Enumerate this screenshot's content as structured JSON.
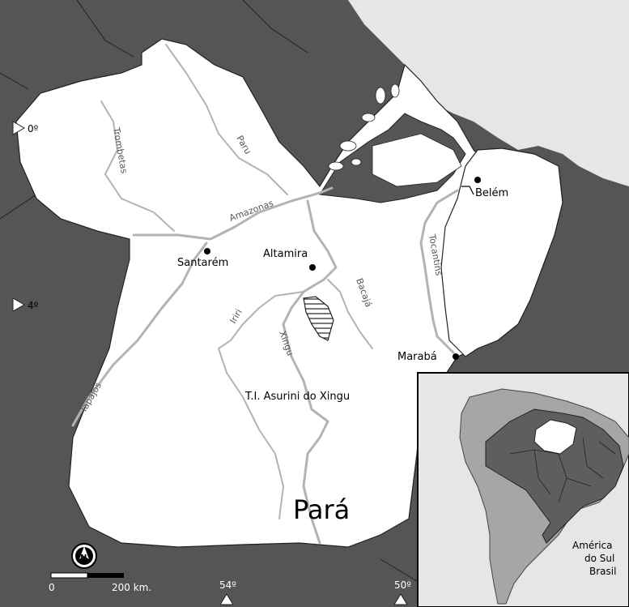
{
  "map": {
    "state_name": "Pará",
    "area_label": "T.I. Asurini do Xingu",
    "cities": [
      {
        "name": "Belém"
      },
      {
        "name": "Santarém"
      },
      {
        "name": "Altamira"
      },
      {
        "name": "Marabá"
      }
    ],
    "rivers": [
      "Trombetas",
      "Paru",
      "Amazonas",
      "Tapajós",
      "Iriri",
      "Xingu",
      "Bacajá",
      "Tocantins"
    ],
    "latitudes": [
      "0º",
      "4º"
    ],
    "longitudes": [
      "54º",
      "50º"
    ],
    "scale": {
      "start": "0",
      "end": "200 km."
    },
    "north_symbol": "N",
    "inset": {
      "line1": "América",
      "line2": "do Sul",
      "line3": "Brasil"
    },
    "colors": {
      "sea": "#e6e6e6",
      "neighbors": "#555555",
      "state": "#ffffff",
      "river": "#b3b3b3",
      "south_america": "#a6a6a6",
      "brazil_states": "#5e5e5e"
    }
  }
}
